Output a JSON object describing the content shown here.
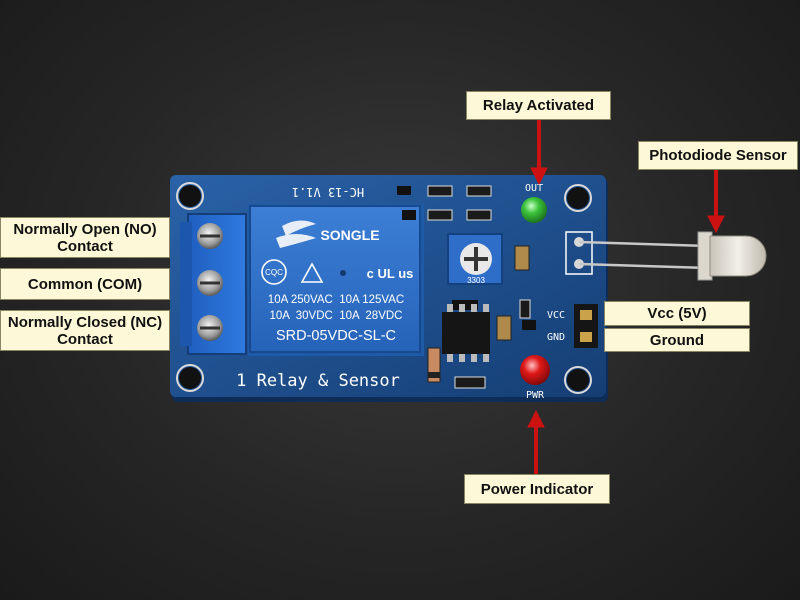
{
  "labels": {
    "no_contact": "Normally Open (NO) Contact",
    "no_line1": "Normally Open (NO)",
    "no_line2": "Contact",
    "com_contact": "Common (COM)",
    "nc_line1": "Normally Closed (NC)",
    "nc_line2": "Contact",
    "relay_activated": "Relay Activated",
    "photodiode_sensor": "Photodiode Sensor",
    "vcc": "Vcc (5V)",
    "ground": "Ground",
    "power_indicator": "Power Indicator"
  },
  "board": {
    "silkscreen_model": "HC-13 V1.1",
    "silkscreen_title": "1 Relay & Sensor",
    "out_label": "OUT",
    "pwr_label": "PWR",
    "vcc_pin": "VCC",
    "gnd_pin": "GND",
    "pot_code": "3303"
  },
  "relay": {
    "brand": "SONGLE",
    "cert_cqc": "CQC",
    "cert_ul": "c UL us",
    "rating_line1": "10A 250VAC  10A 125VAC",
    "rating_line2": "10A  30VDC  10A  28VDC",
    "model": "SRD-05VDC-SL-C"
  },
  "colors": {
    "pcb_blue": "#1d4f8f",
    "label_bg": "#fdf9d8",
    "arrow_red": "#cc1111",
    "out_led": "#3cc43c",
    "pwr_led": "#e01818"
  }
}
